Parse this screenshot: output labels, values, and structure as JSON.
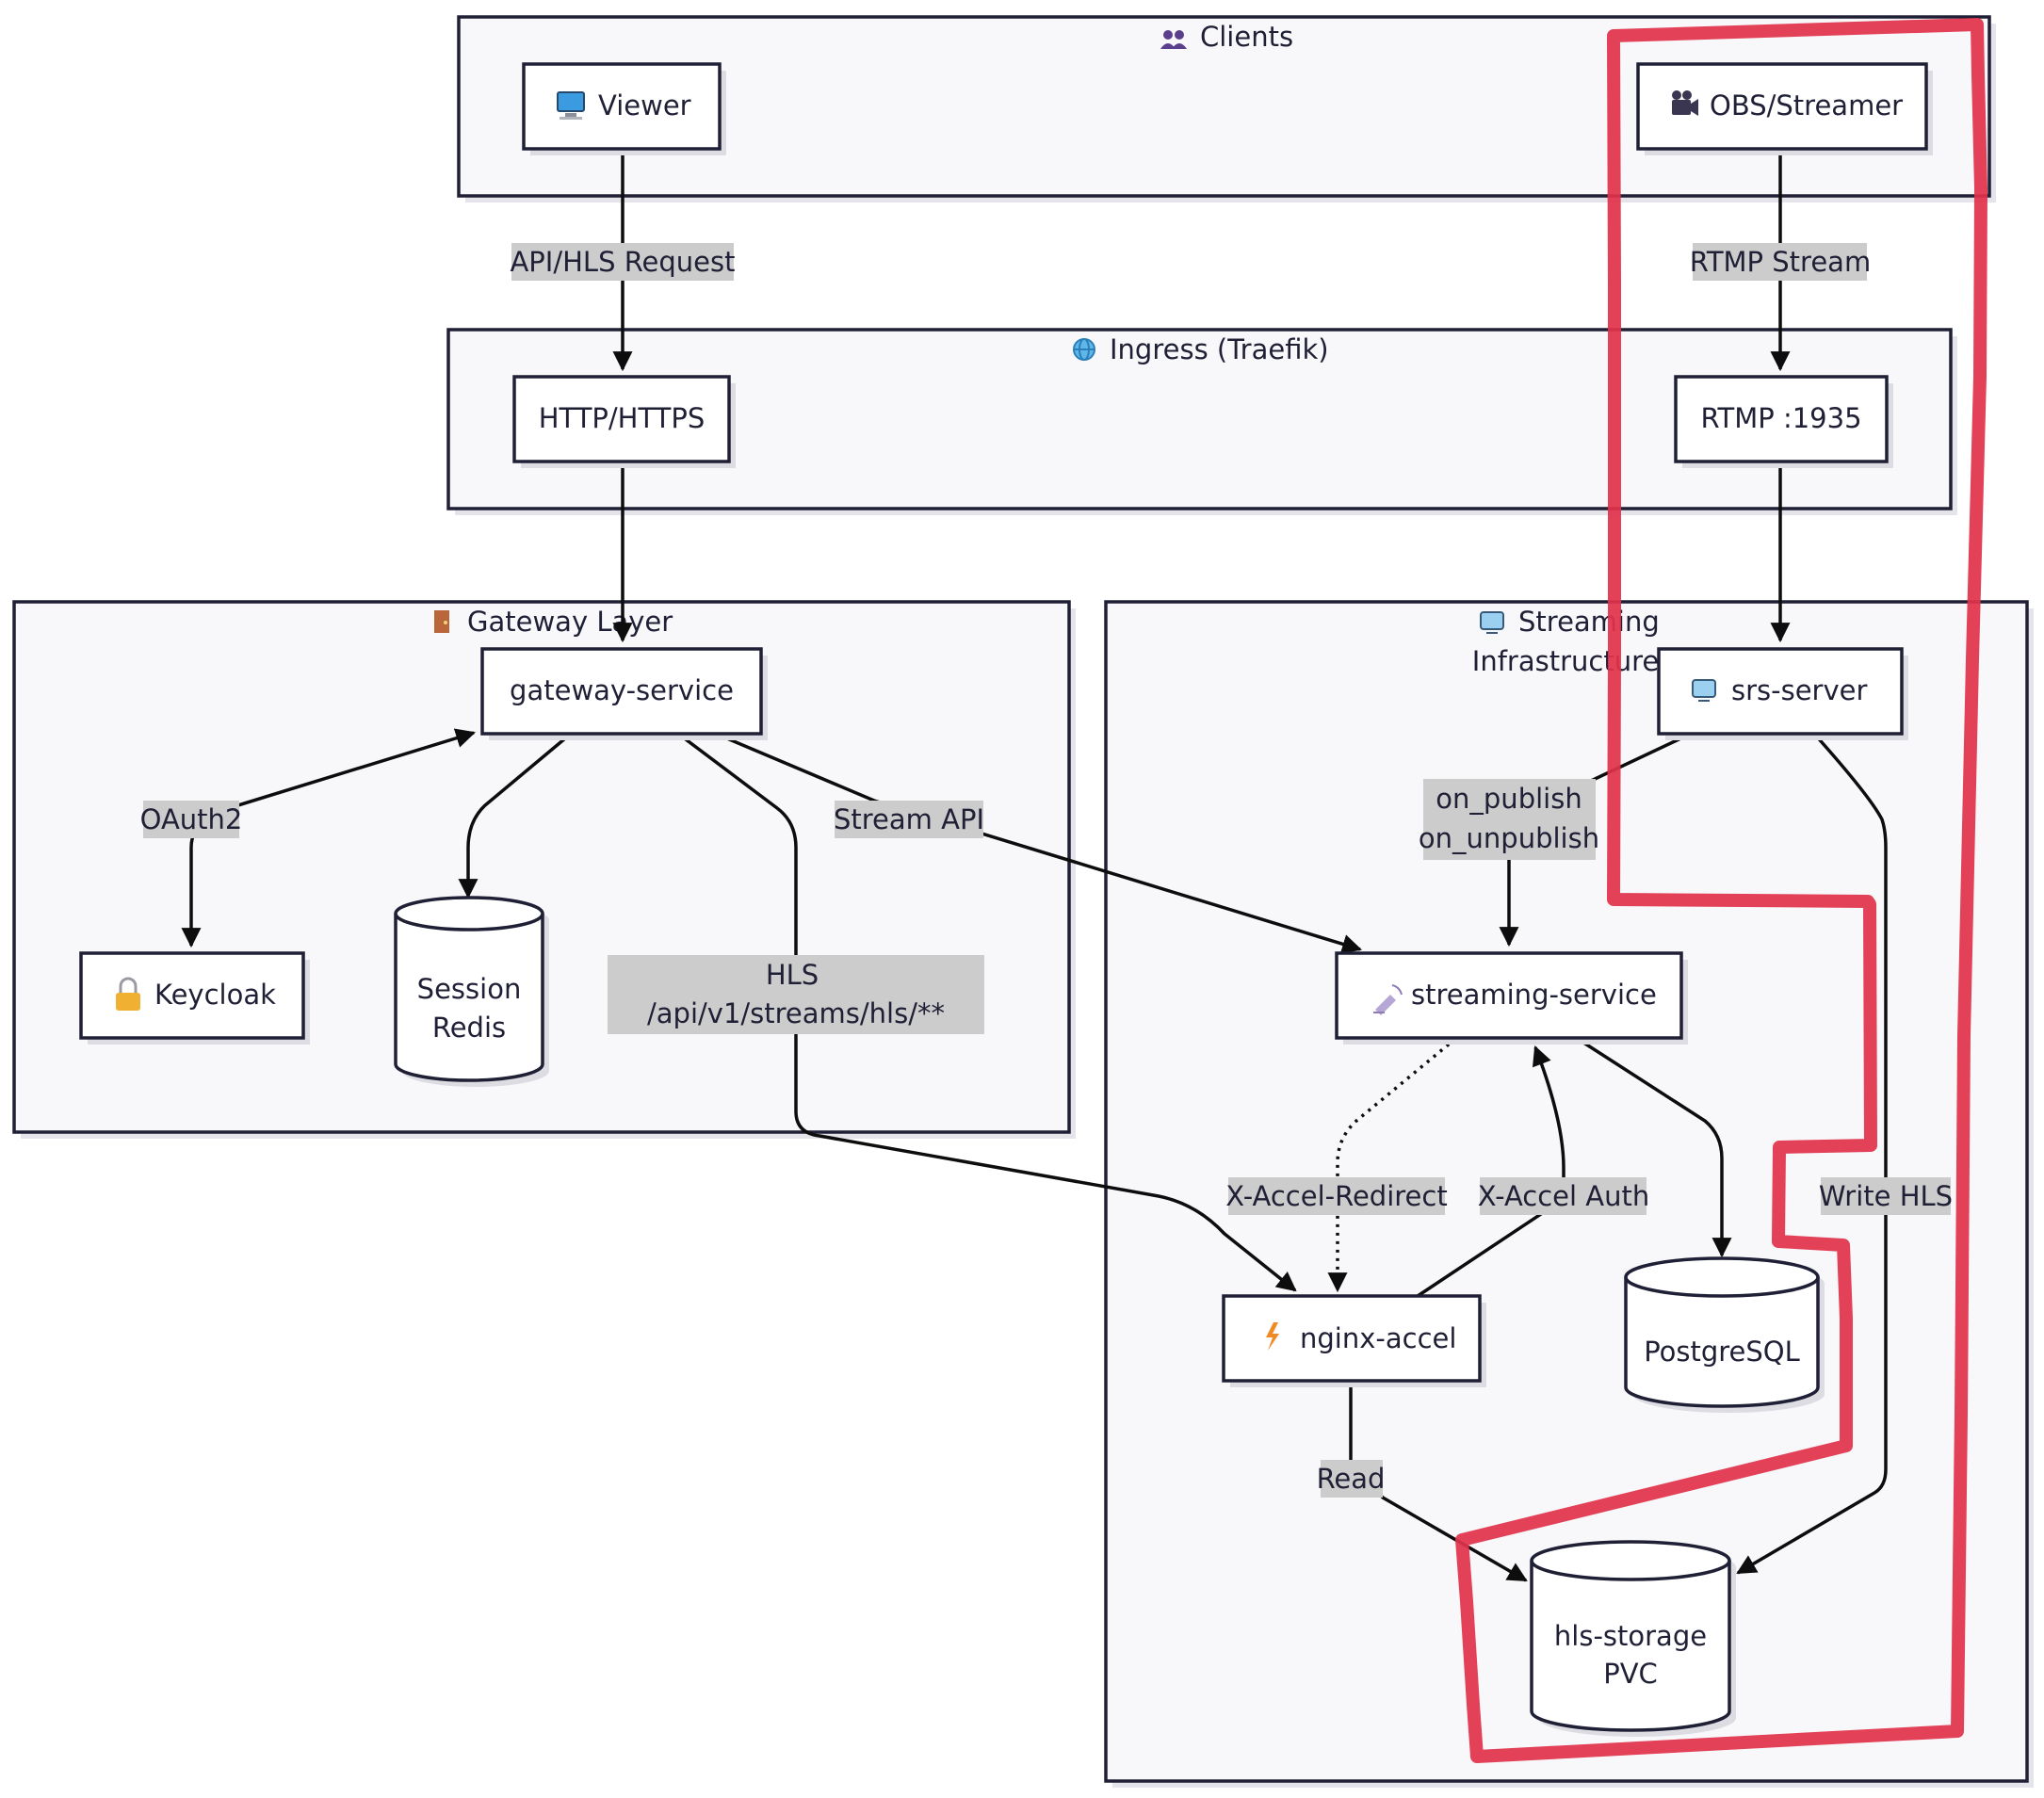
{
  "groups": {
    "clients": {
      "icon": "people-icon",
      "title": "Clients"
    },
    "ingress": {
      "icon": "globe-icon",
      "title": "Ingress (Traefik)"
    },
    "gateway": {
      "icon": "door-icon",
      "title": "Gateway Layer"
    },
    "streaming": {
      "icon": "tv-icon",
      "title_line1": "Streaming",
      "title_line2": "Infrastructure"
    }
  },
  "nodes": {
    "viewer": {
      "icon": "monitor-icon",
      "label": "Viewer"
    },
    "obs": {
      "icon": "camera-icon",
      "label": "OBS/Streamer"
    },
    "http": {
      "label": "HTTP/HTTPS"
    },
    "rtmp": {
      "label": "RTMP :1935"
    },
    "gateway_service": {
      "label": "gateway-service"
    },
    "keycloak": {
      "icon": "lock-icon",
      "label": "Keycloak"
    },
    "session_redis": {
      "line1": "Session",
      "line2": "Redis"
    },
    "srs_server": {
      "icon": "tv-icon",
      "label": "srs-server"
    },
    "streaming_service": {
      "icon": "satellite-icon",
      "label": "streaming-service"
    },
    "nginx_accel": {
      "icon": "lightning-icon",
      "label": "nginx-accel"
    },
    "postgresql": {
      "label": "PostgreSQL"
    },
    "hls_storage": {
      "line1": "hls-storage",
      "line2": "PVC"
    }
  },
  "edges": {
    "api_hls_request": "API/HLS Request",
    "rtmp_stream": "RTMP Stream",
    "oauth2": "OAuth2",
    "stream_api": "Stream API",
    "hls_line1": "HLS",
    "hls_line2": "/api/v1/streams/hls/**",
    "on_publish_line1": "on_publish",
    "on_publish_line2": "on_unpublish",
    "x_accel_redirect": "X-Accel-Redirect",
    "x_accel_auth": "X-Accel Auth",
    "write_hls": "Write HLS",
    "read": "Read"
  },
  "annotation": {
    "color": "#e0334b"
  }
}
